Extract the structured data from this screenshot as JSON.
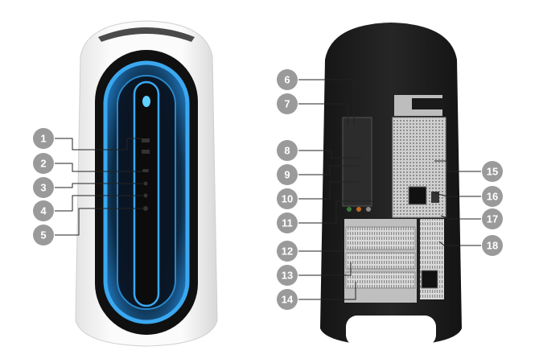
{
  "figure": {
    "front_labels": [
      "1",
      "2",
      "3",
      "4",
      "5"
    ],
    "rear_labels": [
      "6",
      "7",
      "8",
      "9",
      "10",
      "11",
      "12",
      "13",
      "14",
      "15",
      "16",
      "17",
      "18"
    ]
  },
  "colors": {
    "badge": "#9a9a9a",
    "leader": "#222222",
    "case_white": "#f3f3f3",
    "case_black": "#1c1c1c",
    "glow": "#39a6ee"
  }
}
